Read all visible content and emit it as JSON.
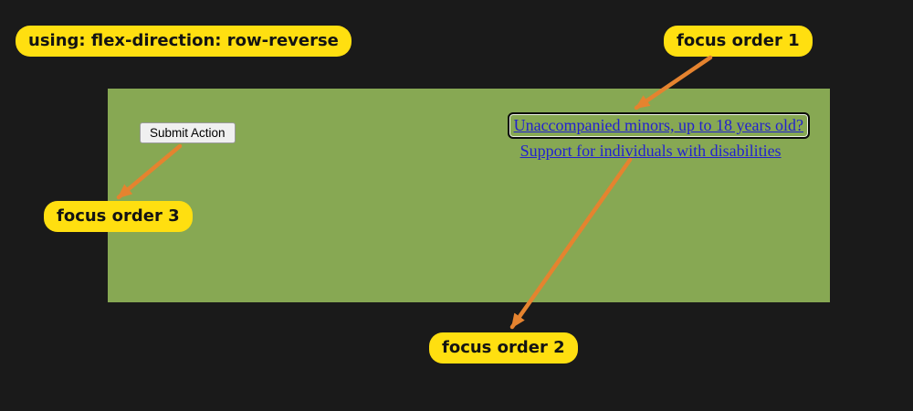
{
  "annotations": {
    "technique": "using: flex-direction: row-reverse",
    "focus_order_1": "focus order 1",
    "focus_order_2": "focus order 2",
    "focus_order_3": "focus order 3"
  },
  "demo": {
    "button_label": "Submit Action",
    "links": [
      {
        "label": "Unaccompanied minors, up to 18 years old?",
        "focused": true
      },
      {
        "label": "Support for individuals with disabilities",
        "focused": false
      }
    ]
  },
  "colors": {
    "background": "#1a1a1a",
    "panel-green": "#87a853",
    "label-yellow": "#ffdf10",
    "label-text": "#131313",
    "arrow-orange": "#e5832f",
    "link-blue": "#2222ce",
    "button-bg": "#f0f0f0",
    "button-border": "#9a9a9a",
    "focus-ring": "#0a0a0a"
  }
}
